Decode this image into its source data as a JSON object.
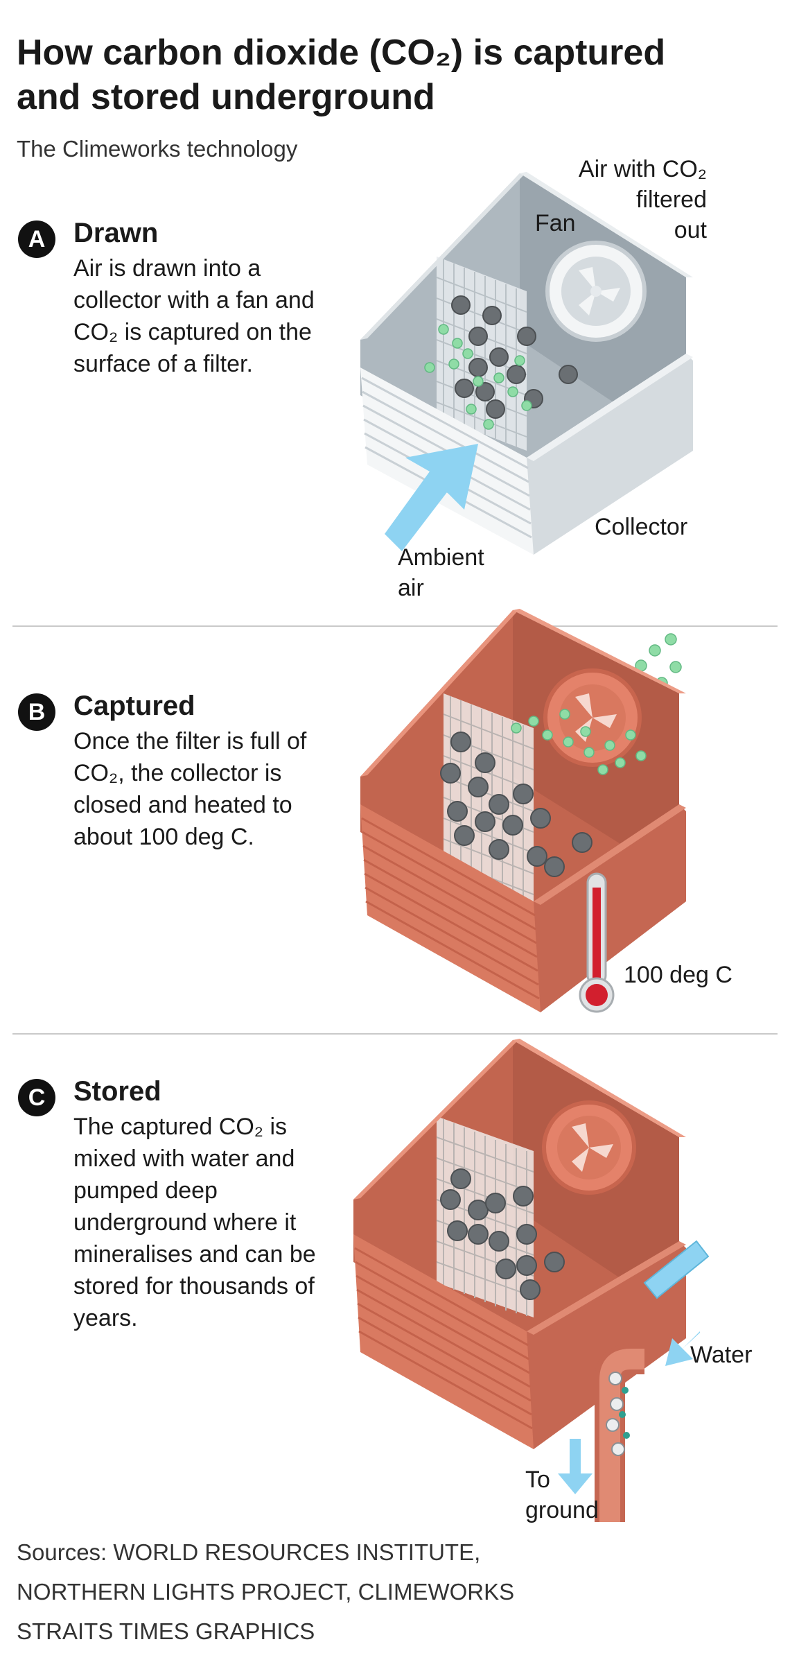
{
  "title": {
    "line1": "How carbon dioxide (CO₂) is captured",
    "line2": "and stored underground"
  },
  "subtitle": "The Climeworks technology",
  "steps": [
    {
      "badge": "A",
      "heading": "Drawn",
      "body": "Air is drawn into a collector with a fan and CO₂ is captured on the surface of a filter.",
      "labels": {
        "air_out": [
          "Air with CO₂",
          "filtered",
          "out"
        ],
        "fan": "Fan",
        "collector": "Collector",
        "ambient": [
          "Ambient",
          "air"
        ]
      }
    },
    {
      "badge": "B",
      "heading": "Captured",
      "body": "Once the filter is full of CO₂, the collector is closed and heated to about 100 deg C.",
      "labels": {
        "temperature": "100 deg C"
      }
    },
    {
      "badge": "C",
      "heading": "Stored",
      "body": "The captured CO₂ is mixed with water and pumped deep underground where it mineralises and can be stored for thousands of years.",
      "labels": {
        "water": "Water",
        "to_ground": [
          "To",
          "ground"
        ]
      }
    }
  ],
  "sources": {
    "line1": "Sources: WORLD RESOURCES INSTITUTE,",
    "line2": "NORTHERN LIGHTS PROJECT, CLIMEWORKS",
    "line3": "STRAITS TIMES GRAPHICS"
  },
  "colors": {
    "grey_box": "#b5bec4",
    "salmon_box": "#d9785f",
    "co2_green": "#8fdca6",
    "air_blue": "#8ed3f2",
    "thermo_red": "#d21f2e"
  }
}
